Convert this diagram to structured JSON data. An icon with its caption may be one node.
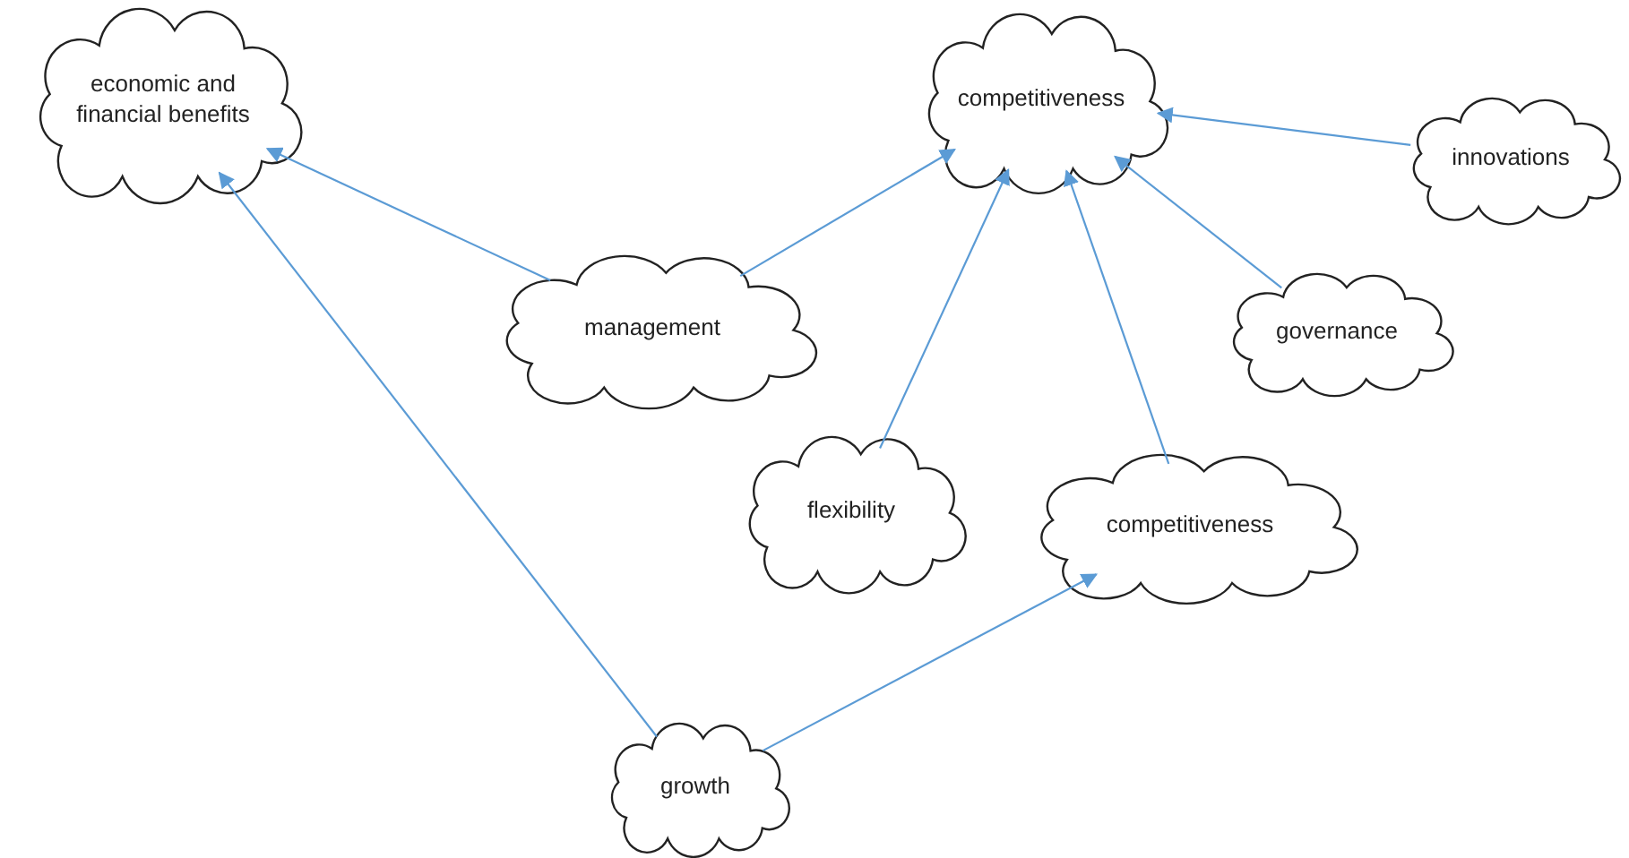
{
  "diagram": {
    "nodes": [
      {
        "text": [
          "economic and financial benefits"
        ]
      },
      {
        "text": [
          "competitiveness"
        ]
      },
      {
        "text": [
          "innovations"
        ]
      },
      {
        "text": [
          "management"
        ]
      },
      {
        "text": [
          "governance"
        ]
      },
      {
        "text": [
          "flexibility"
        ]
      },
      {
        "text": [
          "competitiveness"
        ]
      },
      {
        "text": [
          "growth"
        ]
      }
    ],
    "edges": [
      {
        "from": 3,
        "to": 0,
        "arrow": "to"
      },
      {
        "from": 3,
        "to": 1,
        "arrow": "to"
      },
      {
        "from": 2,
        "to": 1,
        "arrow": "to"
      },
      {
        "from": 4,
        "to": 1,
        "arrow": "to"
      },
      {
        "from": 5,
        "to": 1,
        "arrow": "to"
      },
      {
        "from": 6,
        "to": 1,
        "arrow": "to"
      },
      {
        "from": 7,
        "to": 0,
        "arrow": "to"
      },
      {
        "from": 7,
        "to": 6,
        "arrow": "to"
      }
    ]
  }
}
